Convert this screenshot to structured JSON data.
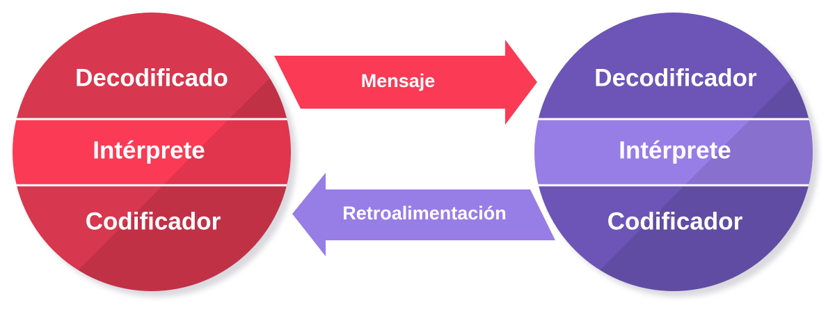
{
  "diagram": {
    "left_circle": {
      "top": "Decodificado",
      "middle": "Intérprete",
      "bottom": "Codificador"
    },
    "right_circle": {
      "top": "Decodificador",
      "middle": "Intérprete",
      "bottom": "Codificador"
    },
    "arrow_right_label": "Mensaje",
    "arrow_left_label": "Retroalimentación",
    "colors": {
      "red_band": "#d7374f",
      "red_middle": "#fb3a56",
      "purple_band": "#6c55b6",
      "purple_middle": "#977de6",
      "arrow_red": "#fb3a56",
      "arrow_purple": "#977de6"
    }
  }
}
